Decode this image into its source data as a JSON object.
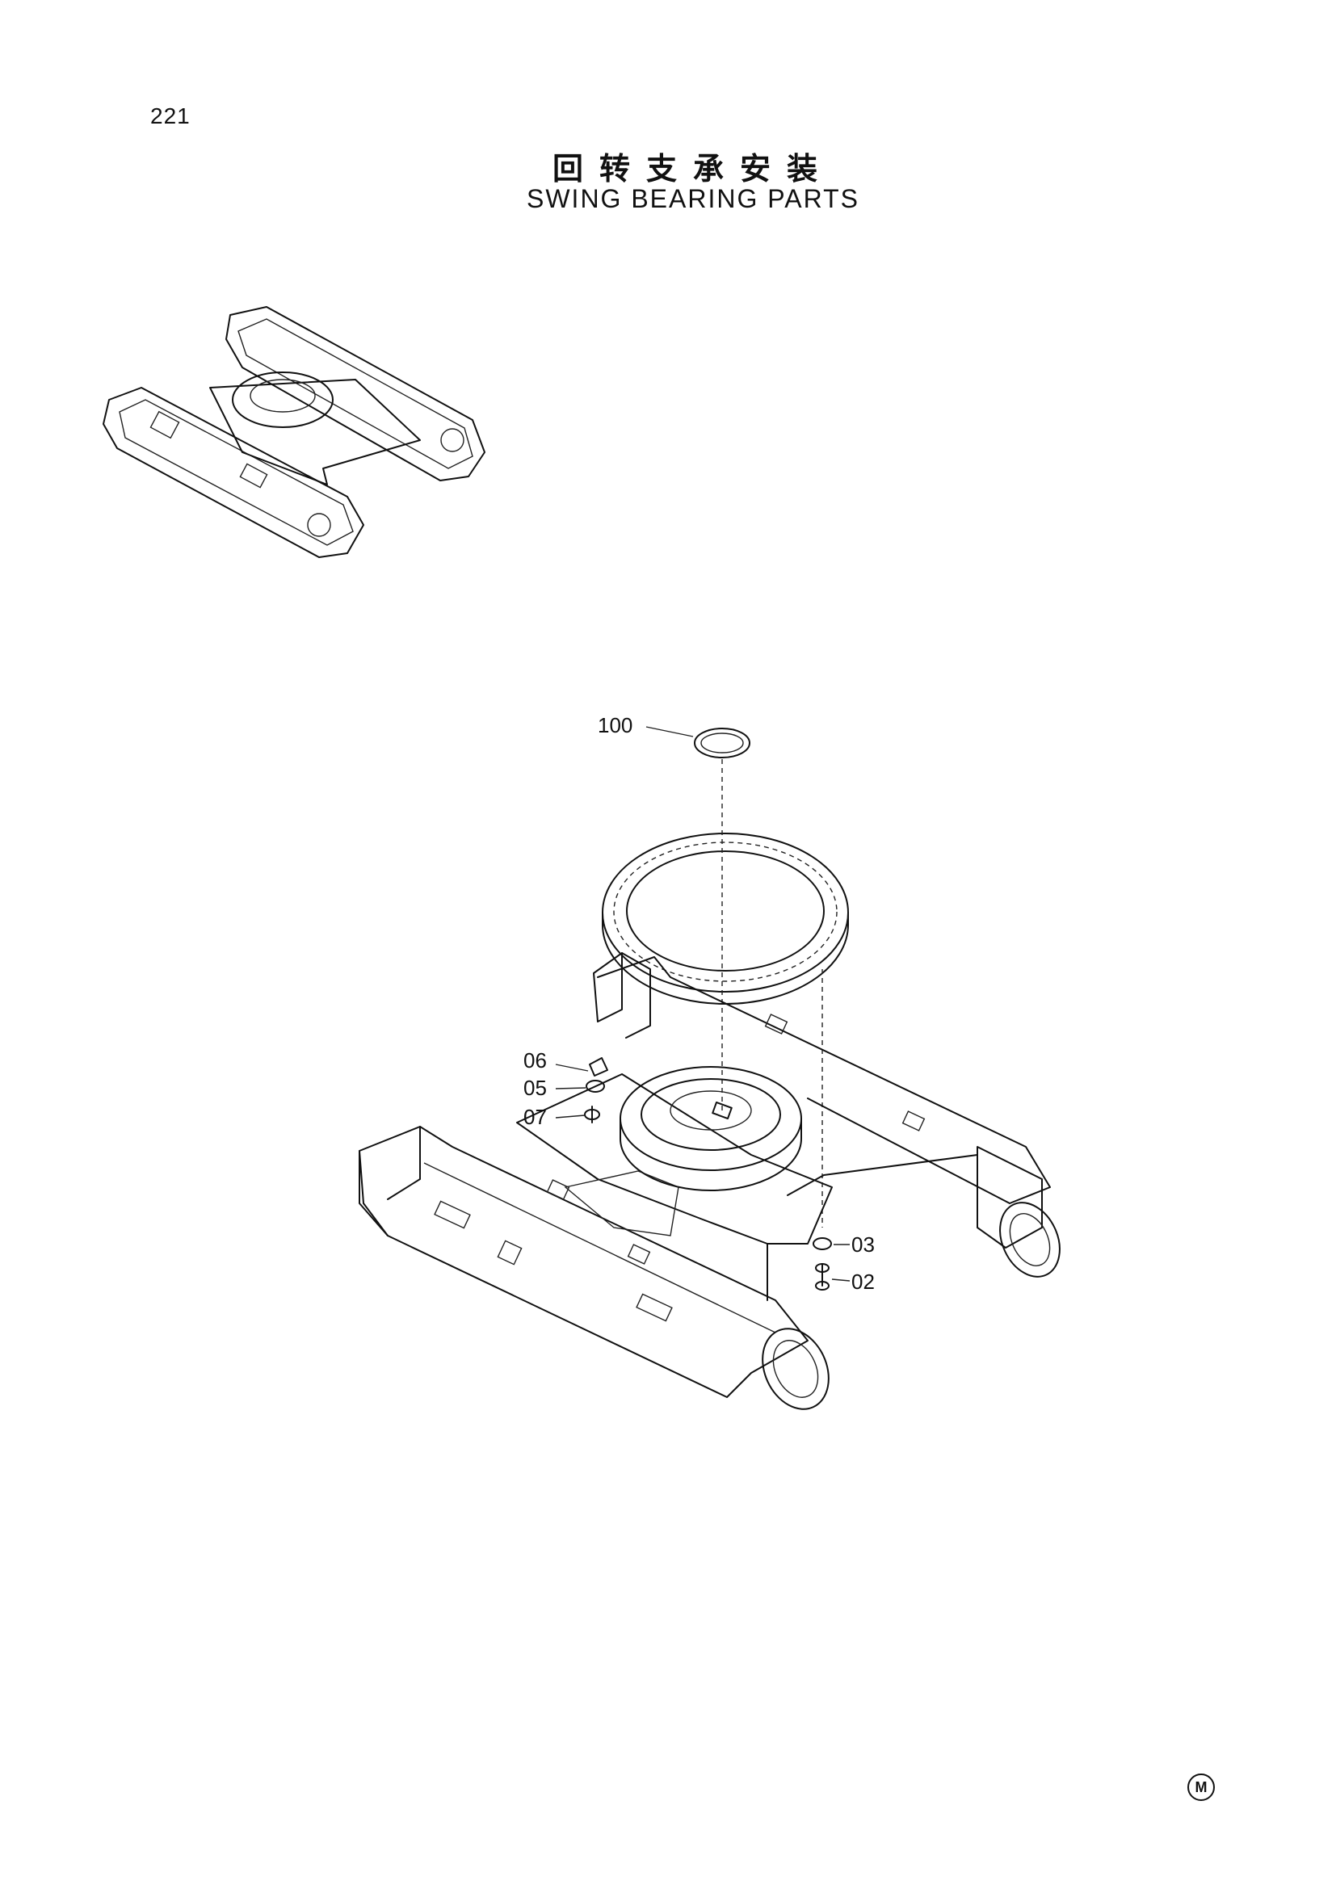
{
  "page_number": "221",
  "title_cn": "回转支承安装",
  "title_en": "SWING BEARING PARTS",
  "callouts": {
    "c100": "100",
    "c06": "06",
    "c05": "05",
    "c07": "07",
    "c03": "03",
    "c02": "02"
  },
  "mfr_mark": "M"
}
